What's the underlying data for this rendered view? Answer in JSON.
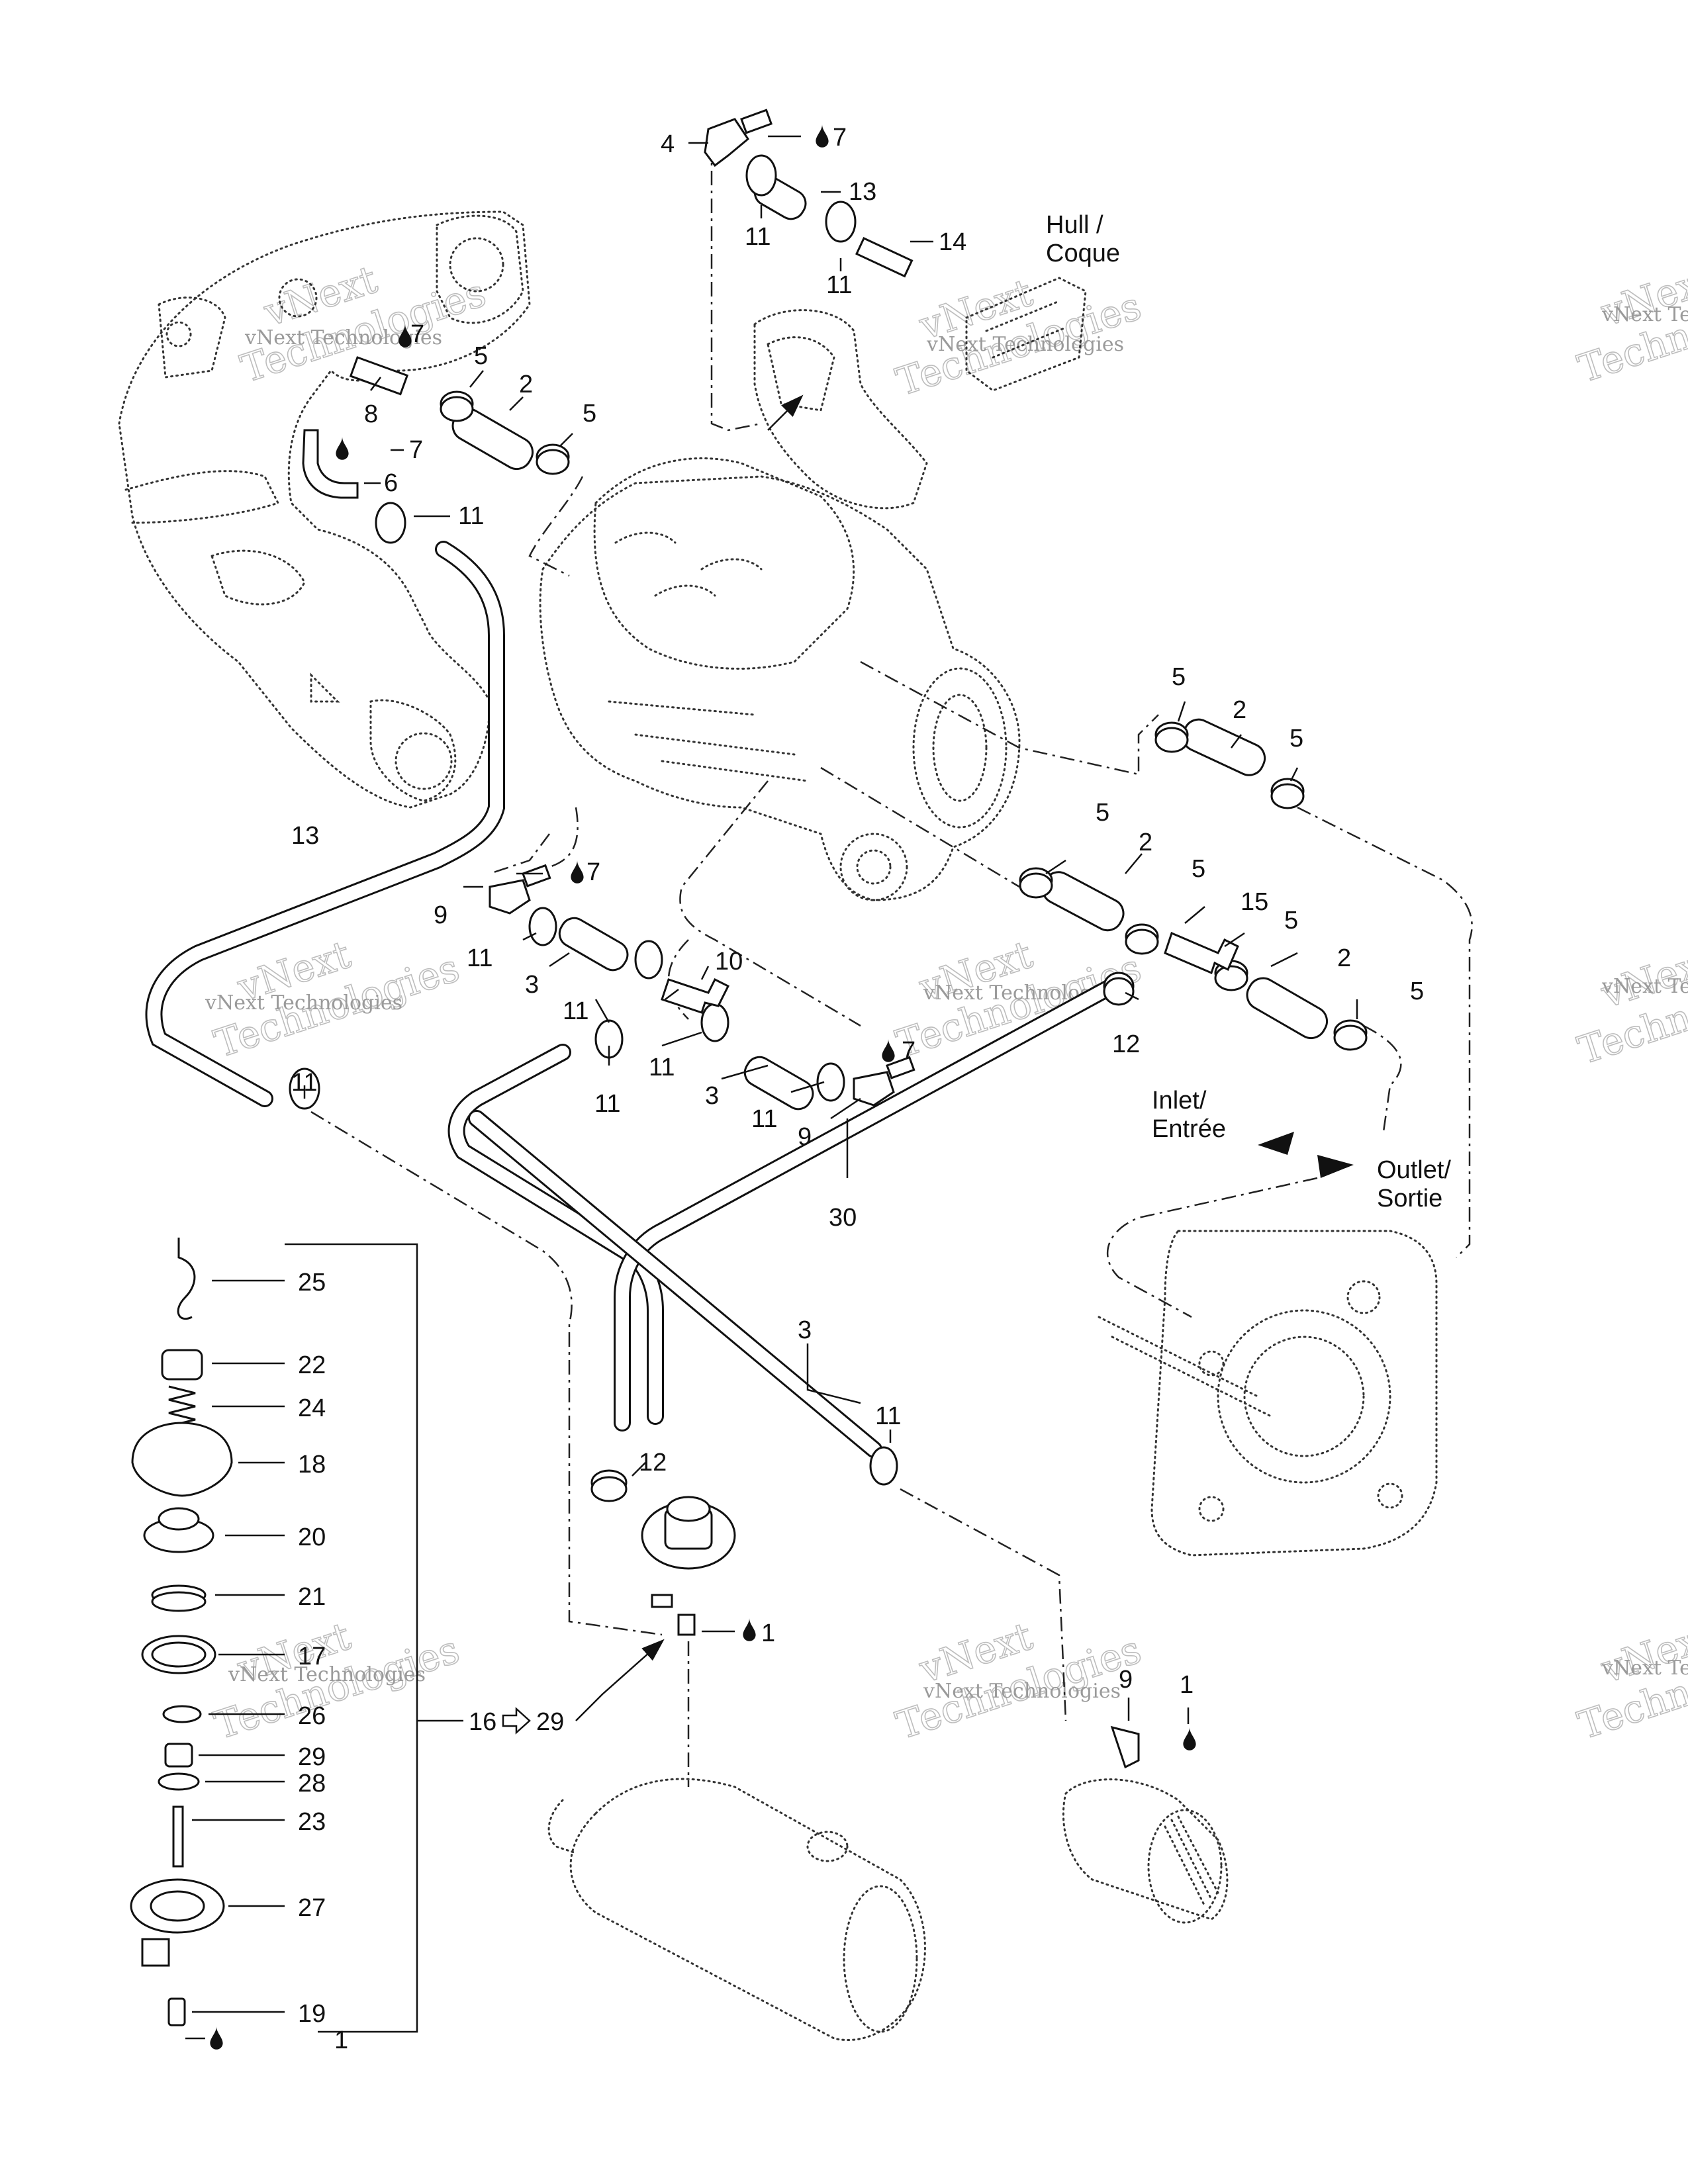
{
  "watermark": {
    "line1": "vNext Technologies",
    "line2": "vNext",
    "line3": "Technologies"
  },
  "captions": {
    "hull": "Hull /",
    "coque": "Coque",
    "inlet": "Inlet/",
    "entree": "Entrée",
    "outlet": "Outlet/",
    "sortie": "Sortie"
  },
  "callouts": [
    {
      "id": "c4",
      "text": "4"
    },
    {
      "id": "c7a",
      "text": "7"
    },
    {
      "id": "c13a",
      "text": "13"
    },
    {
      "id": "c11a",
      "text": "11"
    },
    {
      "id": "c14",
      "text": "14"
    },
    {
      "id": "c11b",
      "text": "11"
    },
    {
      "id": "c5a",
      "text": "5"
    },
    {
      "id": "c8",
      "text": "8"
    },
    {
      "id": "c2a",
      "text": "2"
    },
    {
      "id": "c5b",
      "text": "5"
    },
    {
      "id": "c7b",
      "text": "7"
    },
    {
      "id": "c6",
      "text": "6"
    },
    {
      "id": "c11c",
      "text": "11"
    },
    {
      "id": "c7c",
      "text": "7"
    },
    {
      "id": "c5c",
      "text": "5"
    },
    {
      "id": "c2b",
      "text": "2"
    },
    {
      "id": "c5d",
      "text": "5"
    },
    {
      "id": "c13b",
      "text": "13"
    },
    {
      "id": "c7d",
      "text": "7"
    },
    {
      "id": "c5e",
      "text": "5"
    },
    {
      "id": "c2c",
      "text": "2"
    },
    {
      "id": "c9a",
      "text": "9"
    },
    {
      "id": "c5f",
      "text": "5"
    },
    {
      "id": "c15",
      "text": "15"
    },
    {
      "id": "c5g",
      "text": "5"
    },
    {
      "id": "c11d",
      "text": "11"
    },
    {
      "id": "c3a",
      "text": "3"
    },
    {
      "id": "c10",
      "text": "10"
    },
    {
      "id": "c2d",
      "text": "2"
    },
    {
      "id": "c11e",
      "text": "11"
    },
    {
      "id": "c5h",
      "text": "5"
    },
    {
      "id": "c12a",
      "text": "12"
    },
    {
      "id": "c11f",
      "text": "11"
    },
    {
      "id": "c7e",
      "text": "7"
    },
    {
      "id": "c3b",
      "text": "3"
    },
    {
      "id": "c11g",
      "text": "11"
    },
    {
      "id": "c11h",
      "text": "11"
    },
    {
      "id": "c9b",
      "text": "9"
    },
    {
      "id": "c11i",
      "text": "11"
    },
    {
      "id": "c30",
      "text": "30"
    },
    {
      "id": "c25",
      "text": "25"
    },
    {
      "id": "c3c",
      "text": "3"
    },
    {
      "id": "c22",
      "text": "22"
    },
    {
      "id": "c24",
      "text": "24"
    },
    {
      "id": "c11j",
      "text": "11"
    },
    {
      "id": "c18",
      "text": "18"
    },
    {
      "id": "c12b",
      "text": "12"
    },
    {
      "id": "c20",
      "text": "20"
    },
    {
      "id": "c21",
      "text": "21"
    },
    {
      "id": "c1a",
      "text": "1"
    },
    {
      "id": "c17",
      "text": "17"
    },
    {
      "id": "c9c",
      "text": "9"
    },
    {
      "id": "c1b",
      "text": "1"
    },
    {
      "id": "c16",
      "text": "16"
    },
    {
      "id": "c29a",
      "text": "29"
    },
    {
      "id": "c26",
      "text": "26"
    },
    {
      "id": "c29b",
      "text": "29"
    },
    {
      "id": "c28",
      "text": "28"
    },
    {
      "id": "c23",
      "text": "23"
    },
    {
      "id": "c27",
      "text": "27"
    },
    {
      "id": "c19",
      "text": "19"
    },
    {
      "id": "c1c",
      "text": "1"
    }
  ]
}
